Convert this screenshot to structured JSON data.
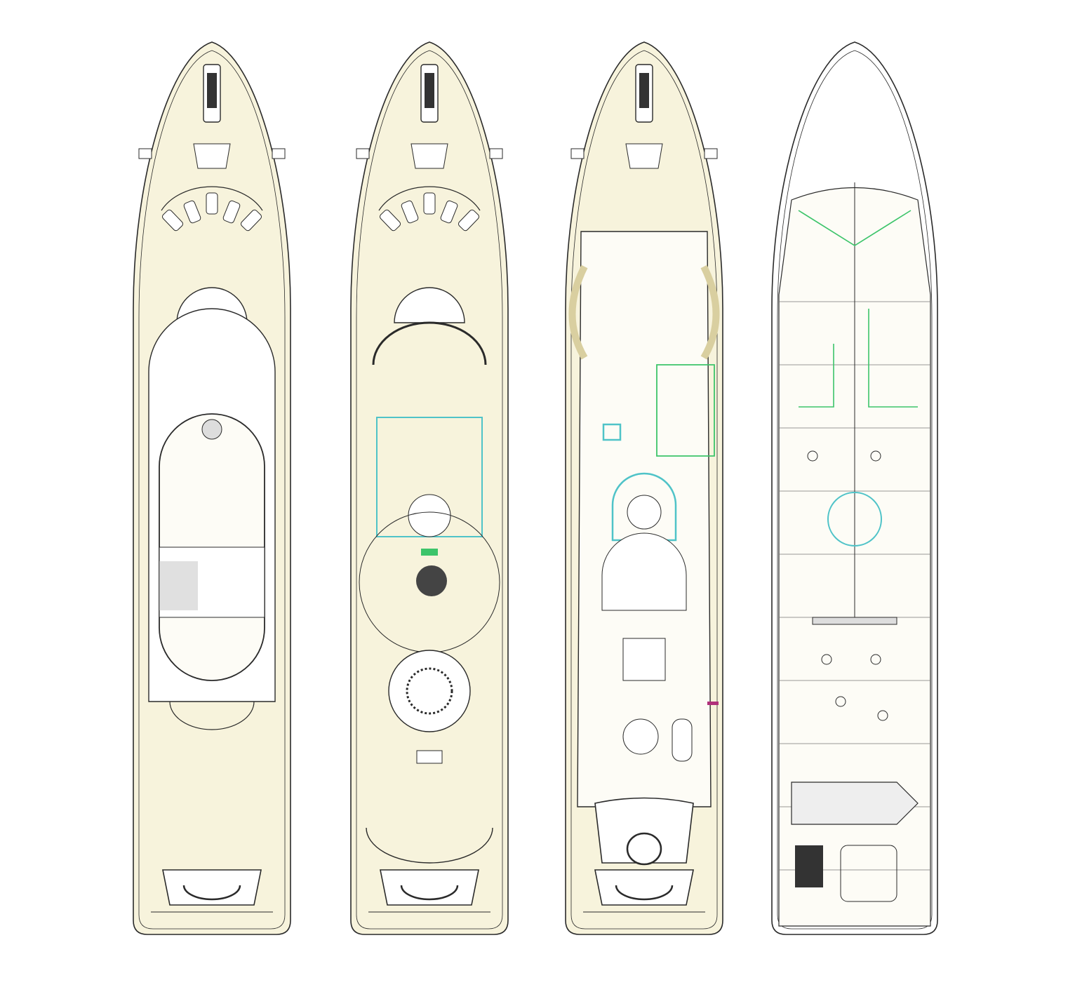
{
  "colors": {
    "background": "#ffffff",
    "deck_fill": "#f7f3dc",
    "interior_fill": "#fdfcf6",
    "line": "#2a2a2a",
    "accent_cyan": "#4fc3c8",
    "accent_green": "#3cc46a",
    "accent_magenta": "#b0307a"
  },
  "decks": [
    {
      "id": "deck-1",
      "bow": "open",
      "interior": "sundeck",
      "accent": "none"
    },
    {
      "id": "deck-2",
      "bow": "open",
      "interior": "bridge-deck",
      "accent": "cyan"
    },
    {
      "id": "deck-3",
      "bow": "open",
      "interior": "main-deck",
      "accent": "cyan-green"
    },
    {
      "id": "deck-4",
      "bow": "outline-only",
      "interior": "lower-deck",
      "accent": "green"
    }
  ]
}
